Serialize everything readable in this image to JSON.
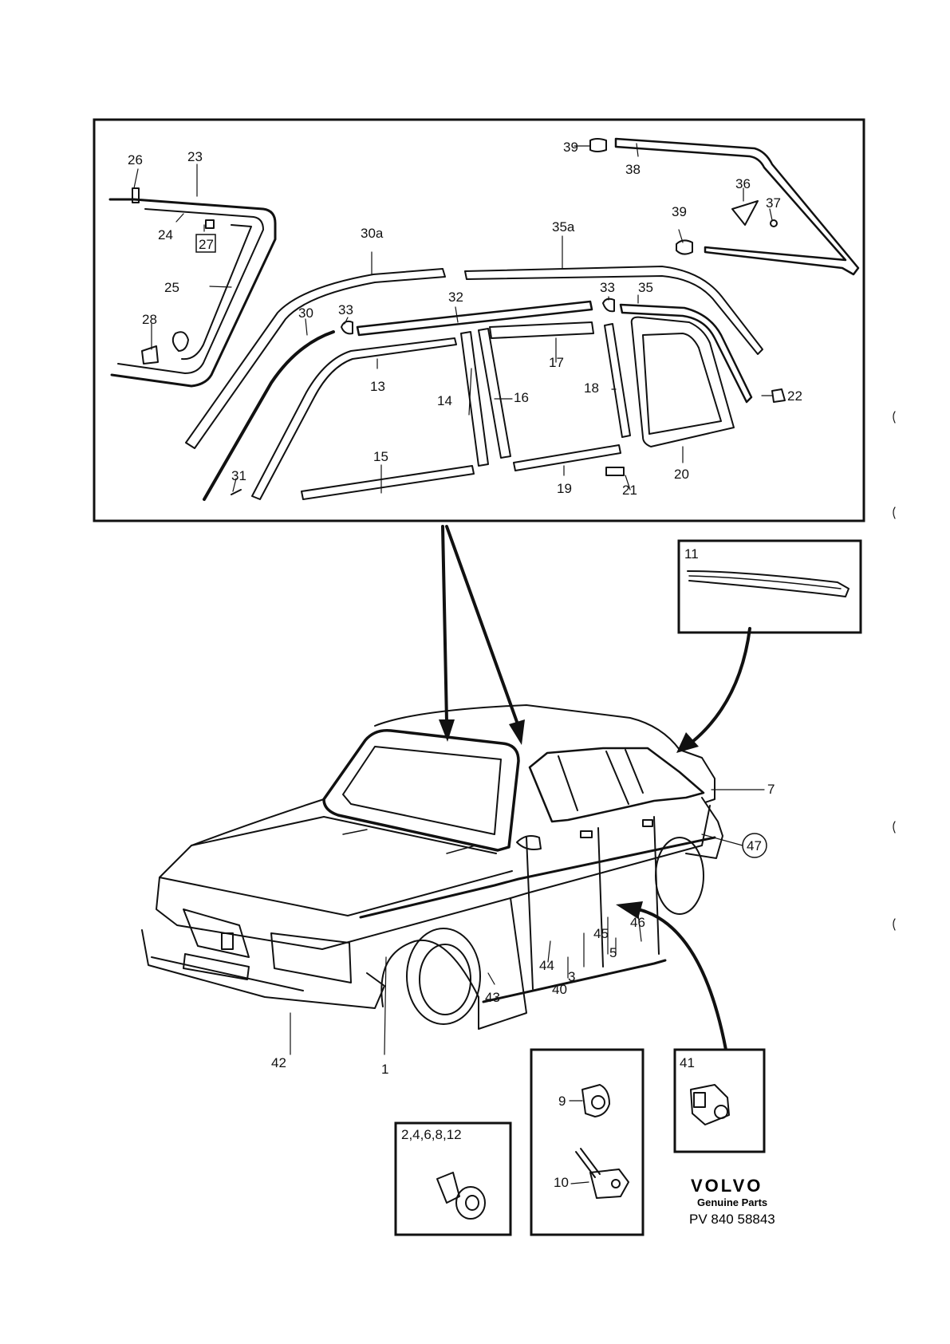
{
  "detail_top": {
    "callouts": [
      "39",
      "38",
      "36",
      "37",
      "26",
      "23",
      "24",
      "27",
      "25",
      "30a",
      "35a",
      "39",
      "33",
      "35",
      "32",
      "33",
      "30",
      "28",
      "17",
      "13",
      "14",
      "16",
      "18",
      "22",
      "15",
      "19",
      "21",
      "20",
      "31"
    ]
  },
  "detail_right": {
    "callout": "11"
  },
  "car": {
    "callouts": [
      "7",
      "47",
      "46",
      "45",
      "5",
      "44",
      "3",
      "40",
      "43",
      "42",
      "1"
    ]
  },
  "inset_clip_a": {
    "label": "2,4,6,8,12"
  },
  "inset_clip_b": {
    "callouts": [
      "9",
      "10"
    ]
  },
  "inset_clip_c": {
    "label": "41"
  },
  "branding": {
    "logo": "VOLVO",
    "subtitle": "Genuine Parts",
    "part_number": "PV 840 58843"
  }
}
